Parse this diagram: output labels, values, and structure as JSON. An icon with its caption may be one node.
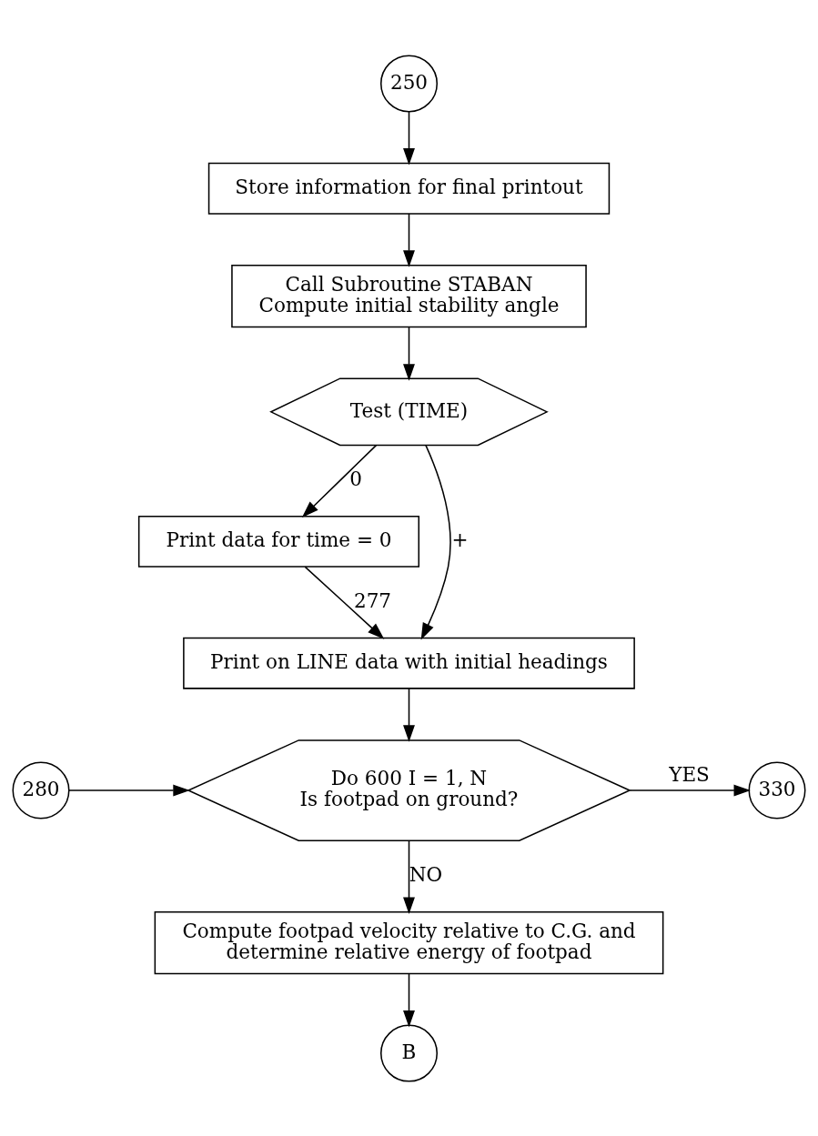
{
  "diagram": {
    "nodes": [
      {
        "text": [
          "250"
        ]
      },
      {
        "text": [
          "Store information for final printout"
        ]
      },
      {
        "text": [
          "Call Subroutine STABAN",
          "Compute initial stability angle"
        ]
      },
      {
        "text": [
          "Test (TIME)"
        ]
      },
      {
        "text": [
          "Print data for time = 0"
        ]
      },
      {
        "text": [
          "Print on LINE data with initial headings"
        ]
      },
      {
        "text": [
          "280"
        ]
      },
      {
        "text": [
          "Do 600 I = 1, N",
          "Is footpad on ground?"
        ]
      },
      {
        "text": [
          "330"
        ]
      },
      {
        "text": [
          "Compute footpad velocity relative to C.G. and determine relative energy of footpad"
        ]
      },
      {
        "text": [
          "B"
        ]
      }
    ],
    "edges": [
      {
        "from": 0,
        "to": 1,
        "arrow": "to"
      },
      {
        "from": 1,
        "to": 2,
        "arrow": "to"
      },
      {
        "from": 2,
        "to": 3,
        "arrow": "to"
      },
      {
        "from": 3,
        "to": 5,
        "arrow": "to",
        "label": "+"
      },
      {
        "from": 3,
        "to": 4,
        "arrow": "to",
        "label": "0"
      },
      {
        "from": 4,
        "to": 5,
        "arrow": "to",
        "label": "277"
      },
      {
        "from": 5,
        "to": 7,
        "arrow": "to"
      },
      {
        "from": 6,
        "to": 7,
        "arrow": "to"
      },
      {
        "from": 7,
        "to": 8,
        "arrow": "to",
        "label": "YES"
      },
      {
        "from": 7,
        "to": 9,
        "arrow": "to",
        "label": "NO"
      },
      {
        "from": 9,
        "to": 10,
        "arrow": "to"
      }
    ]
  }
}
